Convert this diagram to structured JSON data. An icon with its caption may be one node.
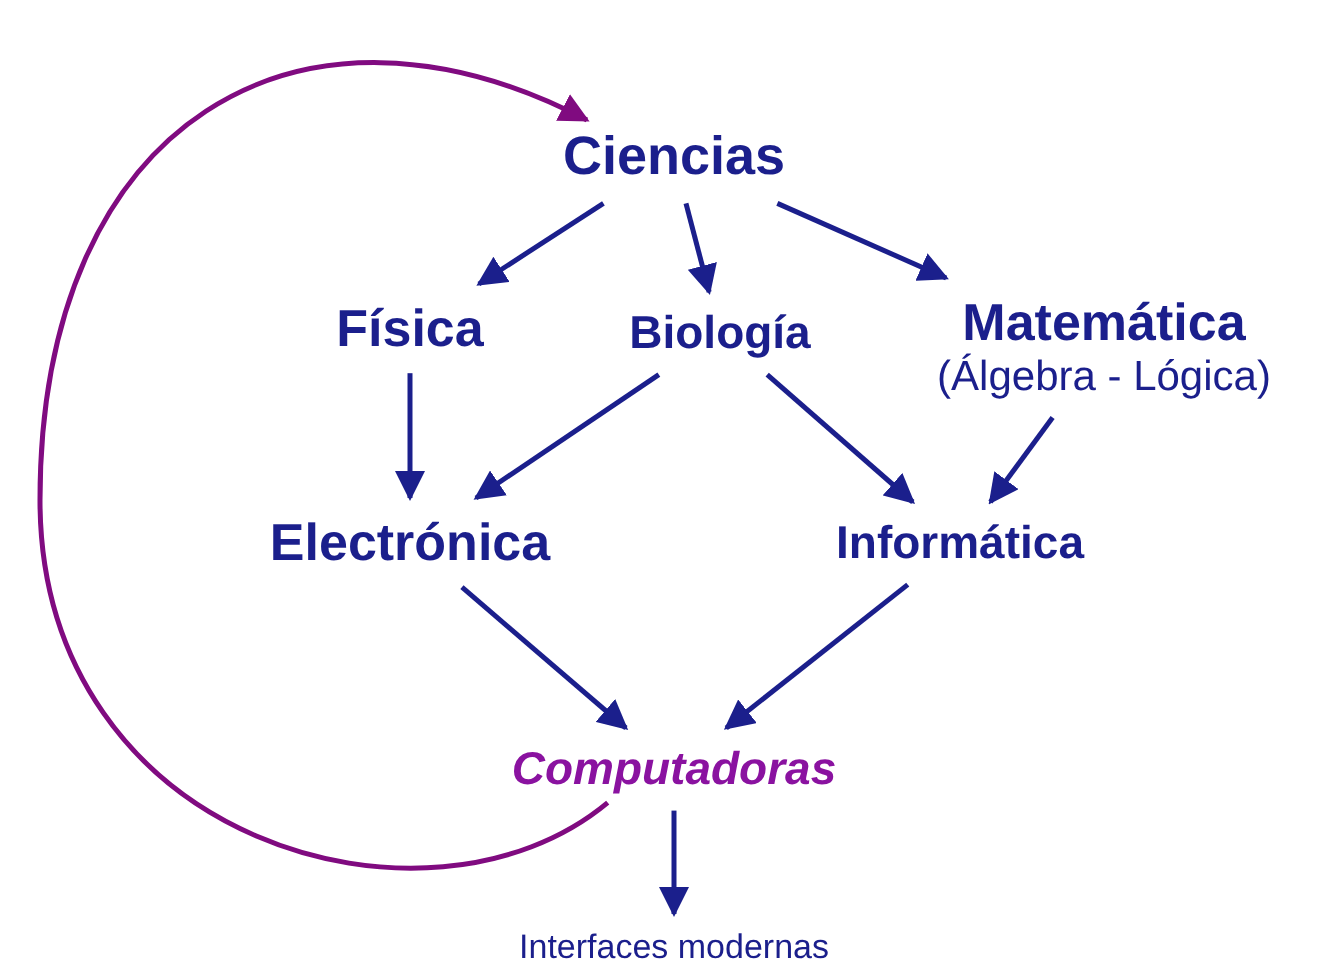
{
  "diagram": {
    "nodes": [
      {
        "text": [
          "Ciencias"
        ]
      },
      {
        "text": [
          "Física"
        ]
      },
      {
        "text": [
          "Biología"
        ]
      },
      {
        "text": [
          "Matemática",
          "(Álgebra - Lógica)"
        ]
      },
      {
        "text": [
          "Electrónica"
        ]
      },
      {
        "text": [
          "Informática"
        ]
      },
      {
        "text": [
          "Computadoras"
        ]
      },
      {
        "text": [
          "Interfaces modernas"
        ]
      }
    ],
    "edges": [
      {
        "from": 0,
        "to": 1,
        "arrow": "to"
      },
      {
        "from": 0,
        "to": 2,
        "arrow": "to"
      },
      {
        "from": 0,
        "to": 3,
        "arrow": "to"
      },
      {
        "from": 1,
        "to": 4,
        "arrow": "to"
      },
      {
        "from": 2,
        "to": 4,
        "arrow": "to"
      },
      {
        "from": 2,
        "to": 5,
        "arrow": "to"
      },
      {
        "from": 3,
        "to": 5,
        "arrow": "to"
      },
      {
        "from": 4,
        "to": 6,
        "arrow": "to"
      },
      {
        "from": 5,
        "to": 6,
        "arrow": "to"
      },
      {
        "from": 6,
        "to": 7,
        "arrow": "to"
      },
      {
        "from": 6,
        "to": 0,
        "arrow": "to",
        "color": "#800b80"
      }
    ]
  }
}
